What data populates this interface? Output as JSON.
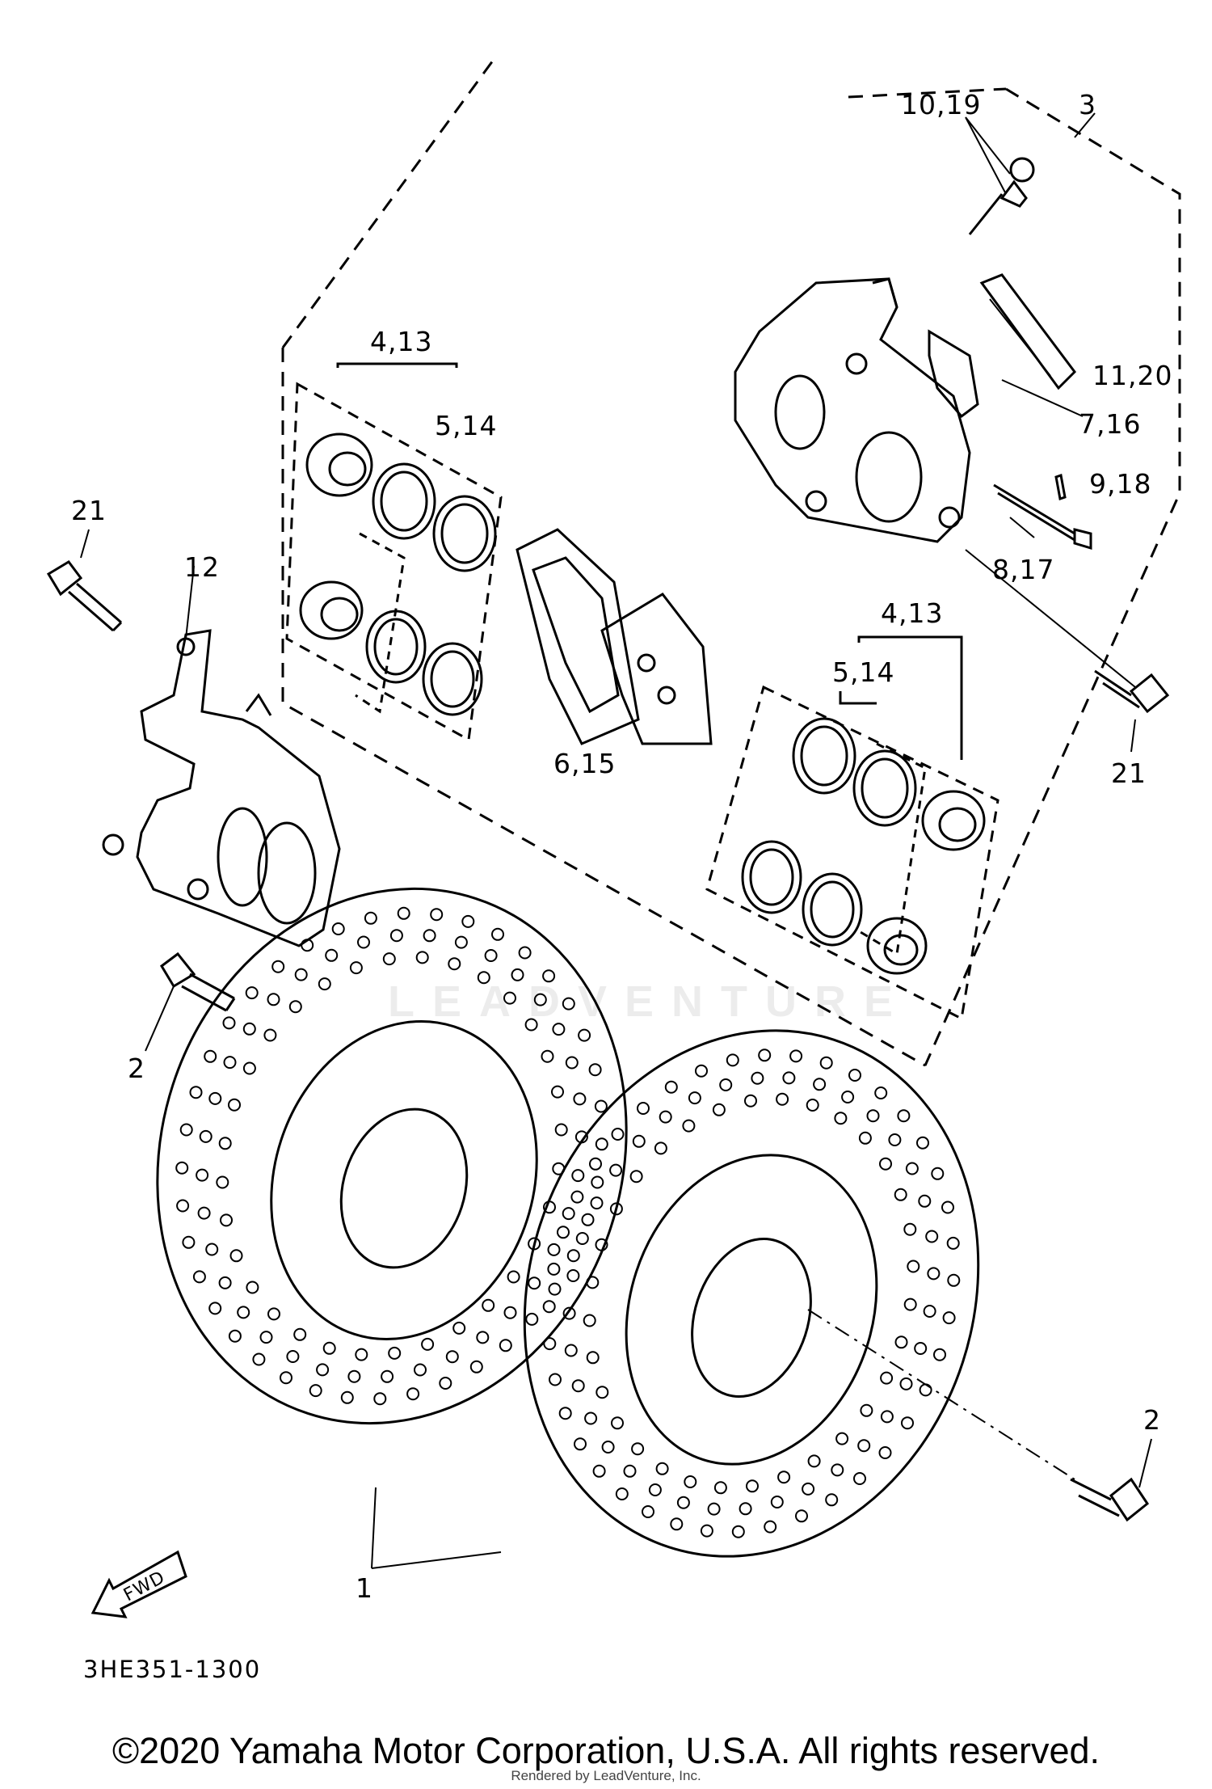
{
  "diagram": {
    "callouts": {
      "c10_19": "10,19",
      "c3": "3",
      "c11_20": "11,20",
      "c7_16": "7,16",
      "c9_18": "9,18",
      "c8_17": "8,17",
      "c4_13_left": "4,13",
      "c5_14_left": "5,14",
      "c21_left": "21",
      "c12": "12",
      "c6_15": "6,15",
      "c4_13_right": "4,13",
      "c5_14_right": "5,14",
      "c21_right": "21",
      "c2_left": "2",
      "c2_right": "2",
      "c1": "1",
      "fwd": "FWD"
    },
    "figure_code": "3HE351-1300",
    "copyright": "©2020 Yamaha Motor Corporation, U.S.A. All rights reserved.",
    "rendered_by": "Rendered by LeadVenture, Inc.",
    "watermark": "LEADVENTURE"
  }
}
